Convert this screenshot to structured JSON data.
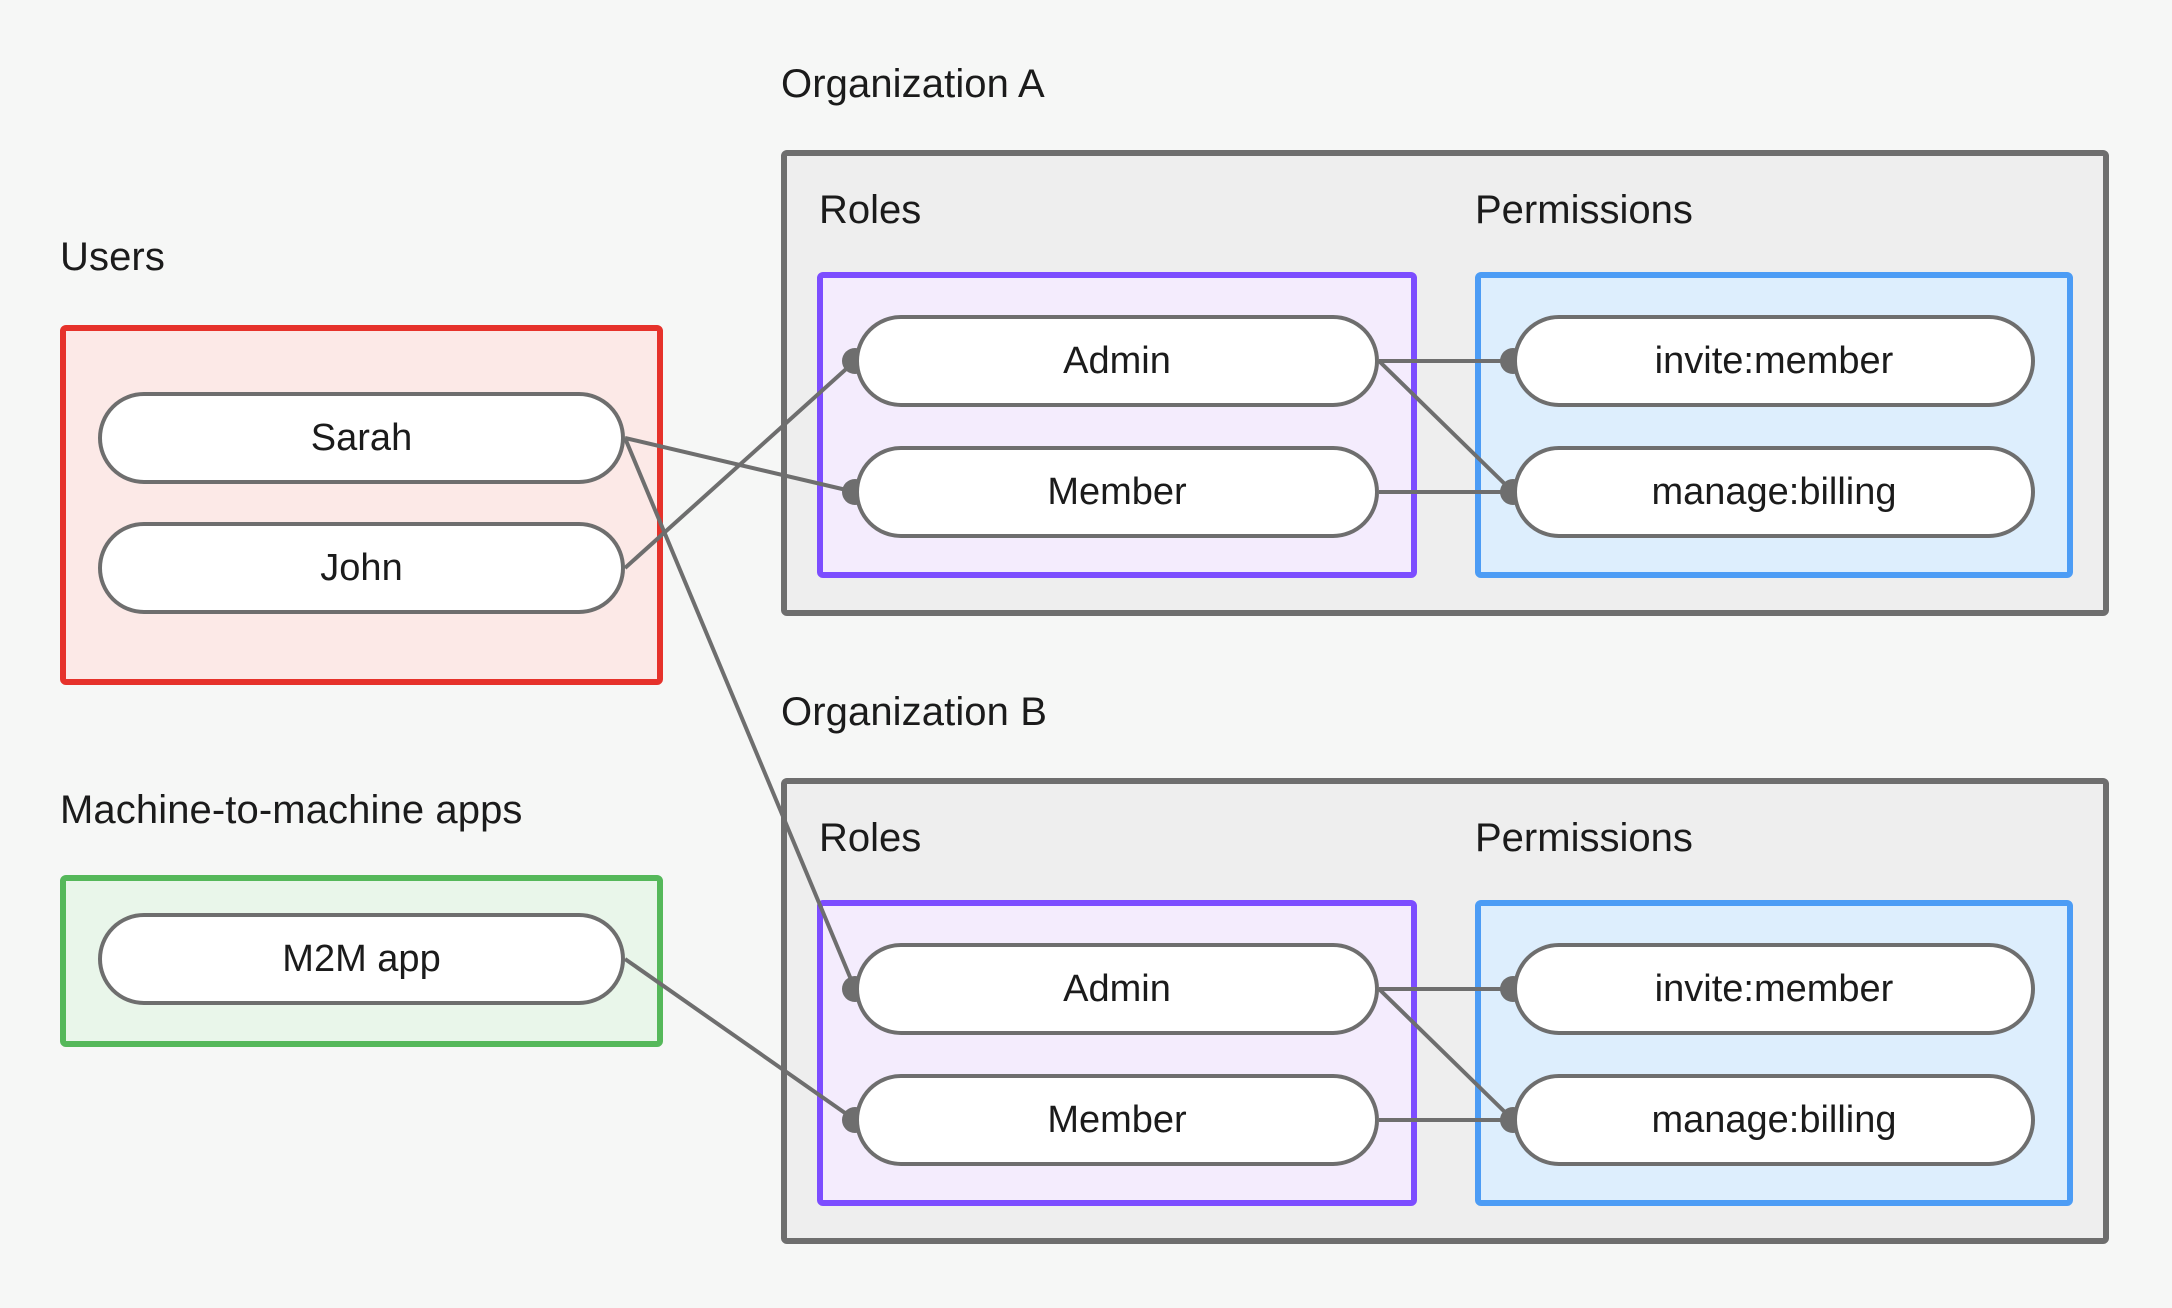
{
  "diagram": {
    "title_colors": {
      "users_border": "#e6322b",
      "users_fill": "#fce9e7",
      "m2m_border": "#55b85a",
      "m2m_fill": "#e9f6ea",
      "org_border": "#6e6e6e",
      "org_fill": "#eeeeee",
      "roles_border": "#7c4dff",
      "roles_fill": "#f4ecfd",
      "permissions_border": "#4c9cf5",
      "permissions_fill": "#ddeefd",
      "node_border": "#6e6e6e",
      "connector": "#6e6e6e",
      "background": "#f6f7f6"
    },
    "left_column": {
      "users": {
        "label": "Users",
        "items": [
          {
            "label": "Sarah"
          },
          {
            "label": "John"
          }
        ]
      },
      "machine_apps": {
        "label": "Machine-to-machine apps",
        "items": [
          {
            "label": "M2M app"
          }
        ]
      }
    },
    "organizations": [
      {
        "label": "Organization A",
        "roles_label": "Roles",
        "permissions_label": "Permissions",
        "roles": [
          {
            "label": "Admin"
          },
          {
            "label": "Member"
          }
        ],
        "permissions": [
          {
            "label": "invite:member"
          },
          {
            "label": "manage:billing"
          }
        ]
      },
      {
        "label": "Organization B",
        "roles_label": "Roles",
        "permissions_label": "Permissions",
        "roles": [
          {
            "label": "Admin"
          },
          {
            "label": "Member"
          }
        ],
        "permissions": [
          {
            "label": "invite:member"
          },
          {
            "label": "manage:billing"
          }
        ]
      }
    ],
    "connections": [
      {
        "from": "Sarah",
        "to": "Organization A / Member"
      },
      {
        "from": "Sarah",
        "to": "Organization B / Admin"
      },
      {
        "from": "John",
        "to": "Organization A / Admin"
      },
      {
        "from": "M2M app",
        "to": "Organization B / Member"
      },
      {
        "from": "Organization A / Admin",
        "to": "Organization A / invite:member"
      },
      {
        "from": "Organization A / Admin",
        "to": "Organization A / manage:billing"
      },
      {
        "from": "Organization A / Member",
        "to": "Organization A / manage:billing"
      },
      {
        "from": "Organization B / Admin",
        "to": "Organization B / invite:member"
      },
      {
        "from": "Organization B / Admin",
        "to": "Organization B / manage:billing"
      },
      {
        "from": "Organization B / Member",
        "to": "Organization B / manage:billing"
      }
    ]
  }
}
